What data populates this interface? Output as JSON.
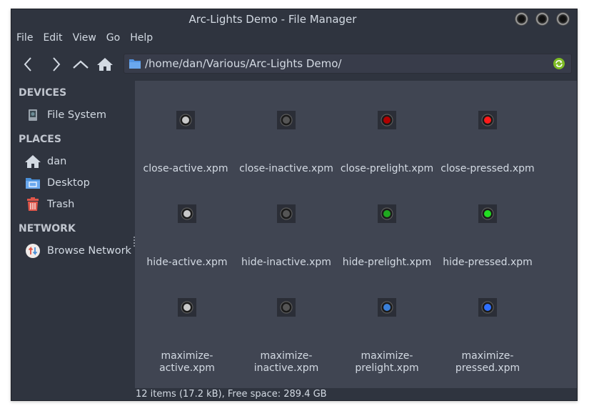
{
  "window": {
    "title": "Arc-Lights Demo - File Manager"
  },
  "menu": [
    "File",
    "Edit",
    "View",
    "Go",
    "Help"
  ],
  "toolbar": {
    "icons": [
      "back-icon",
      "forward-icon",
      "up-icon",
      "home-icon"
    ],
    "location": "/home/dan/Various/Arc-Lights Demo/"
  },
  "sidebar": {
    "devices": {
      "header": "DEVICES",
      "items": [
        {
          "label": "File System",
          "icon": "drive-icon"
        }
      ]
    },
    "places": {
      "header": "PLACES",
      "items": [
        {
          "label": "dan",
          "icon": "home-icon"
        },
        {
          "label": "Desktop",
          "icon": "desktop-icon"
        },
        {
          "label": "Trash",
          "icon": "trash-icon"
        }
      ]
    },
    "network": {
      "header": "NETWORK",
      "items": [
        {
          "label": "Browse Network",
          "icon": "network-icon"
        }
      ]
    }
  },
  "files": [
    {
      "name": "close-active.xpm",
      "light": "#c8c8c8",
      "style": "grey"
    },
    {
      "name": "close-inactive.xpm",
      "light": "#555555",
      "style": "dark"
    },
    {
      "name": "close-prelight.xpm",
      "light": "#b00000",
      "style": "red-dim"
    },
    {
      "name": "close-pressed.xpm",
      "light": "#ff1a1a",
      "style": "red"
    },
    {
      "name": "hide-active.xpm",
      "light": "#c8c8c8",
      "style": "grey"
    },
    {
      "name": "hide-inactive.xpm",
      "light": "#555555",
      "style": "dark"
    },
    {
      "name": "hide-prelight.xpm",
      "light": "#1fa81f",
      "style": "green-dim"
    },
    {
      "name": "hide-pressed.xpm",
      "light": "#22dd22",
      "style": "green"
    },
    {
      "name": "maximize-active.xpm",
      "light": "#c8c8c8",
      "style": "grey"
    },
    {
      "name": "maximize-inactive.xpm",
      "light": "#555555",
      "style": "dark"
    },
    {
      "name": "maximize-prelight.xpm",
      "light": "#3a7fd8",
      "style": "blue-dim"
    },
    {
      "name": "maximize-pressed.xpm",
      "light": "#2f6fff",
      "style": "blue"
    }
  ],
  "status": "12 items (17.2 kB), Free space: 289.4 GB",
  "colors": {
    "bg": "#2f343f",
    "content": "#404552",
    "text": "#d3dae3",
    "accent": "#5294e2"
  }
}
